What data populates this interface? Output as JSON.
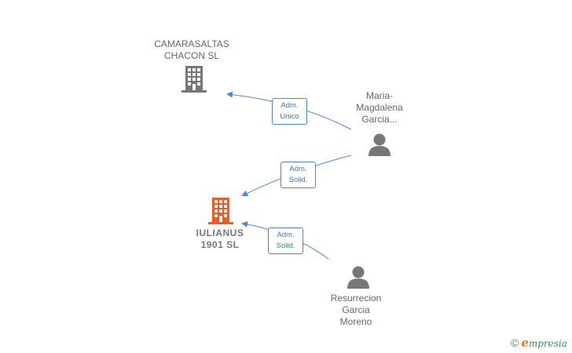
{
  "nodes": {
    "camarasaltas": {
      "lines": [
        "CAMARASALTAS",
        "CHACON  SL"
      ],
      "icon": "building-icon",
      "color": "#777777"
    },
    "iulianus": {
      "lines": [
        "IULIANUS",
        "1901  SL"
      ],
      "icon": "building-icon",
      "color": "#f05a28"
    },
    "maria": {
      "lines": [
        "Maria-",
        "Magdalena",
        "Garcia..."
      ],
      "icon": "person-icon",
      "color": "#777777"
    },
    "resurrecion": {
      "lines": [
        "Resurrecion",
        "Garcia",
        "Moreno"
      ],
      "icon": "person-icon",
      "color": "#777777"
    }
  },
  "edges": [
    {
      "from": "maria",
      "to": "camarasaltas",
      "lines": [
        "Adm.",
        "Unico"
      ]
    },
    {
      "from": "maria",
      "to": "iulianus",
      "lines": [
        "Adm.",
        "Solid."
      ]
    },
    {
      "from": "resurrecion",
      "to": "iulianus",
      "lines": [
        "Adm.",
        "Solid."
      ]
    }
  ],
  "colors": {
    "edge": "#4a86d6",
    "label_border": "#4a86d6",
    "label_text": "#3a78cc"
  },
  "footer": {
    "copyright": "©",
    "brand_first": "e",
    "brand_rest": "mpresia"
  }
}
